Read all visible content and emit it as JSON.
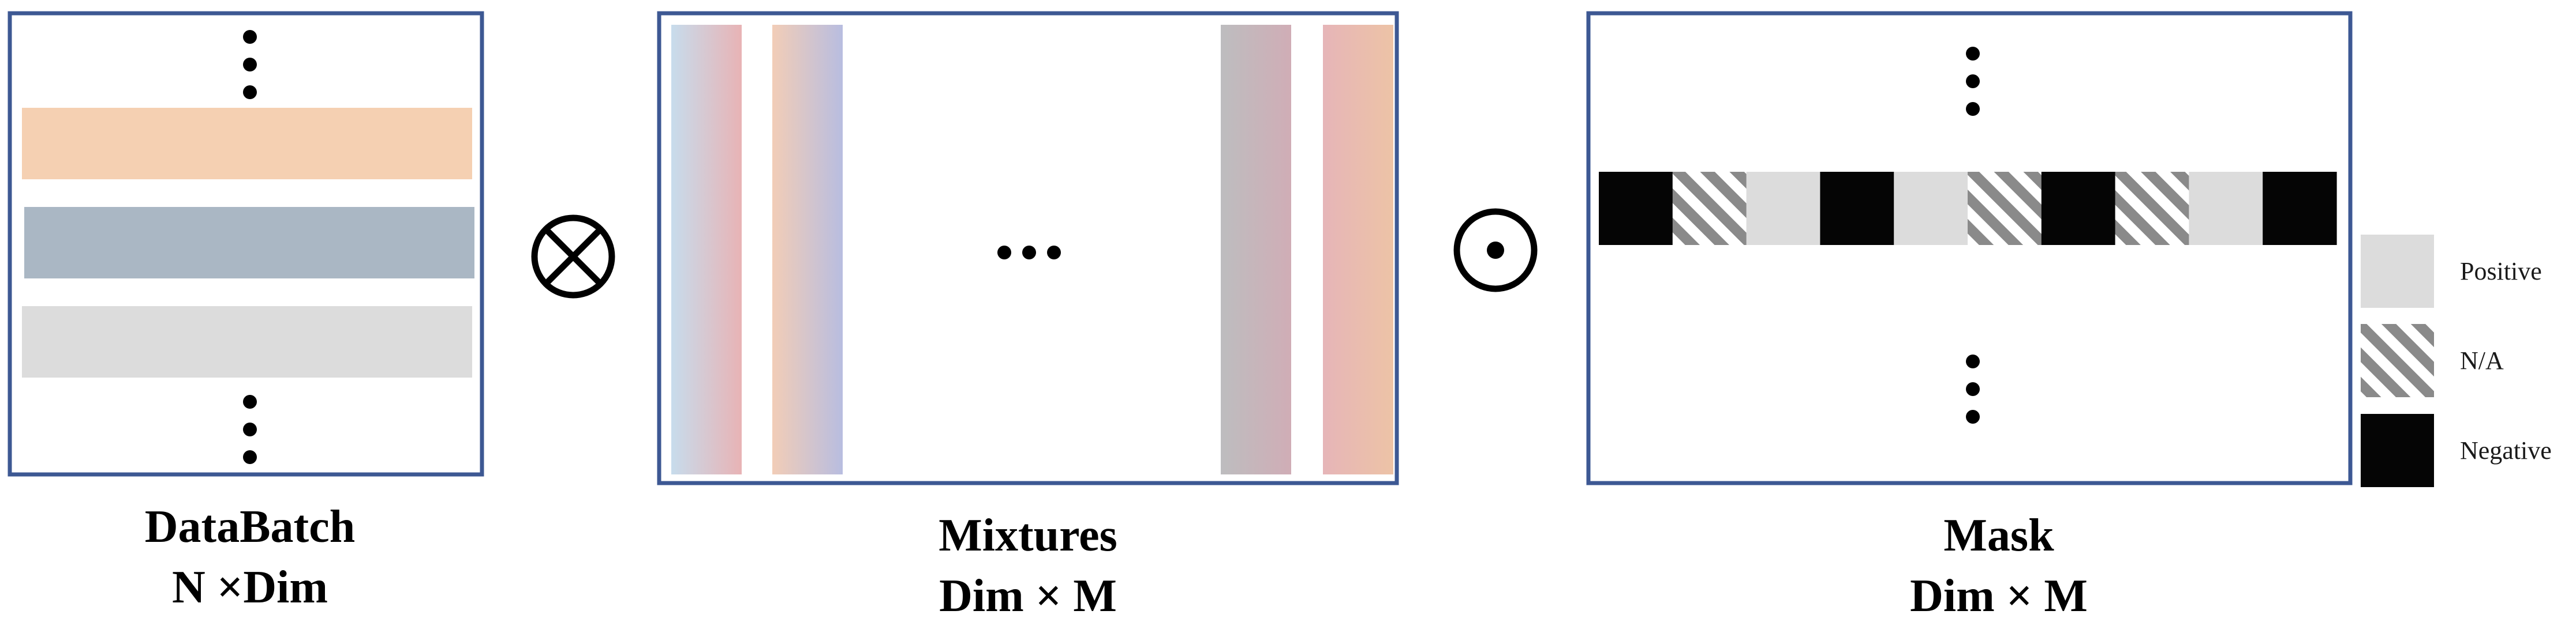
{
  "diagram": {
    "databatch": {
      "title": "DataBatch",
      "dims": "N ×Dim",
      "row_colors": [
        "#f5d0b2",
        "#aab7c4",
        "#dcdcdc"
      ]
    },
    "operator_tensor": {
      "symbol": "⊗",
      "name": "tensor-product"
    },
    "mixtures": {
      "title": "Mixtures",
      "dims": "Dim × M",
      "ellipsis": "⋯",
      "columns": [
        {
          "from": "#c7dcec",
          "to": "#e8b3b5"
        },
        {
          "from": "#f2cdb7",
          "to": "#b8bde0"
        },
        {
          "from": "#bdbdbf",
          "to": "#d0adb6"
        },
        {
          "from": "#e6b5b8",
          "to": "#edc3a6"
        }
      ]
    },
    "operator_hadamard": {
      "symbol": "⊙",
      "name": "hadamard-product"
    },
    "mask": {
      "title": "Mask",
      "dims": "Dim × M",
      "row": [
        "negative",
        "na",
        "positive",
        "negative",
        "positive",
        "na",
        "negative",
        "na",
        "positive",
        "negative"
      ]
    },
    "legend": {
      "items": [
        {
          "key": "positive",
          "label": "Positive",
          "color": "#dcdcdc"
        },
        {
          "key": "na",
          "label": "N/A",
          "color": "#888888"
        },
        {
          "key": "negative",
          "label": "Negative",
          "color": "#050505"
        }
      ]
    },
    "frame_color": "#3d5893"
  }
}
